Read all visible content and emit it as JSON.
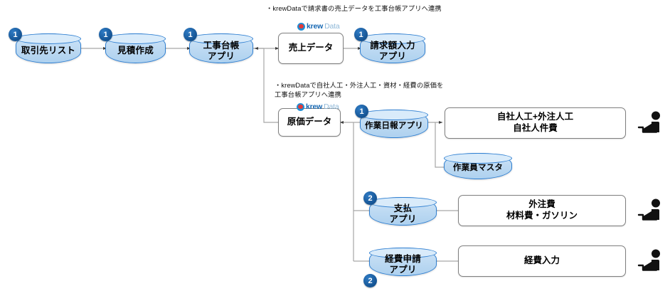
{
  "diagram": {
    "title": "krewData 工事台帳データ連携フロー",
    "colors": {
      "cylinder_fill": "#bcd9f2",
      "cylinder_border": "#2f7fd1",
      "badge": "#12508f",
      "box_border": "#7f7f7f",
      "connector": "#a6a6a6",
      "logo_blue": "#1668b3",
      "logo_gray": "#8fb8d8"
    },
    "notes": [
      {
        "id": "note-sales",
        "text": "・krewDataで請求書の売上データを工事台帳アプリへ連携"
      },
      {
        "id": "note-cost",
        "text": "・krewDataで自社人工・外注人工・資材・経費の原価を\n工事台帳アプリへ連携"
      }
    ],
    "logos": [
      {
        "id": "logo-sales",
        "primary": "krew",
        "secondary": "Data"
      },
      {
        "id": "logo-cost",
        "primary": "krew",
        "secondary": "Data"
      }
    ],
    "apps": [
      {
        "id": "torihikisaki-list",
        "label": "取引先リスト",
        "badge": "1"
      },
      {
        "id": "mitsumori-sakusei",
        "label": "見積作成",
        "badge": "1"
      },
      {
        "id": "koji-daicho-app",
        "label": "工事台帳\nアプリ",
        "badge": "1"
      },
      {
        "id": "seikyugaku-nyuryoku-app",
        "label": "請求額入力\nアプリ",
        "badge": "1"
      },
      {
        "id": "sagyo-nippo-app",
        "label": "作業日報アプリ",
        "badge": "1"
      },
      {
        "id": "sagyoin-master",
        "label": "作業員マスタ",
        "badge": ""
      },
      {
        "id": "shiharai-app",
        "label": "支払\nアプリ",
        "badge": "2"
      },
      {
        "id": "keihi-shinsei-app",
        "label": "経費申請\nアプリ",
        "badge": "2"
      }
    ],
    "data_boxes": [
      {
        "id": "uriage-data",
        "label": "売上データ"
      },
      {
        "id": "genka-data",
        "label": "原価データ"
      }
    ],
    "task_boxes": [
      {
        "id": "task-jinko",
        "label": "自社人工+外注人工\n自社人件費",
        "icon": "person-at-desk-icon"
      },
      {
        "id": "task-gaichu",
        "label": "外注費\n材料費・ガソリン",
        "icon": "person-at-desk-icon"
      },
      {
        "id": "task-keihi",
        "label": "経費入力",
        "icon": "person-at-desk-icon"
      }
    ]
  }
}
